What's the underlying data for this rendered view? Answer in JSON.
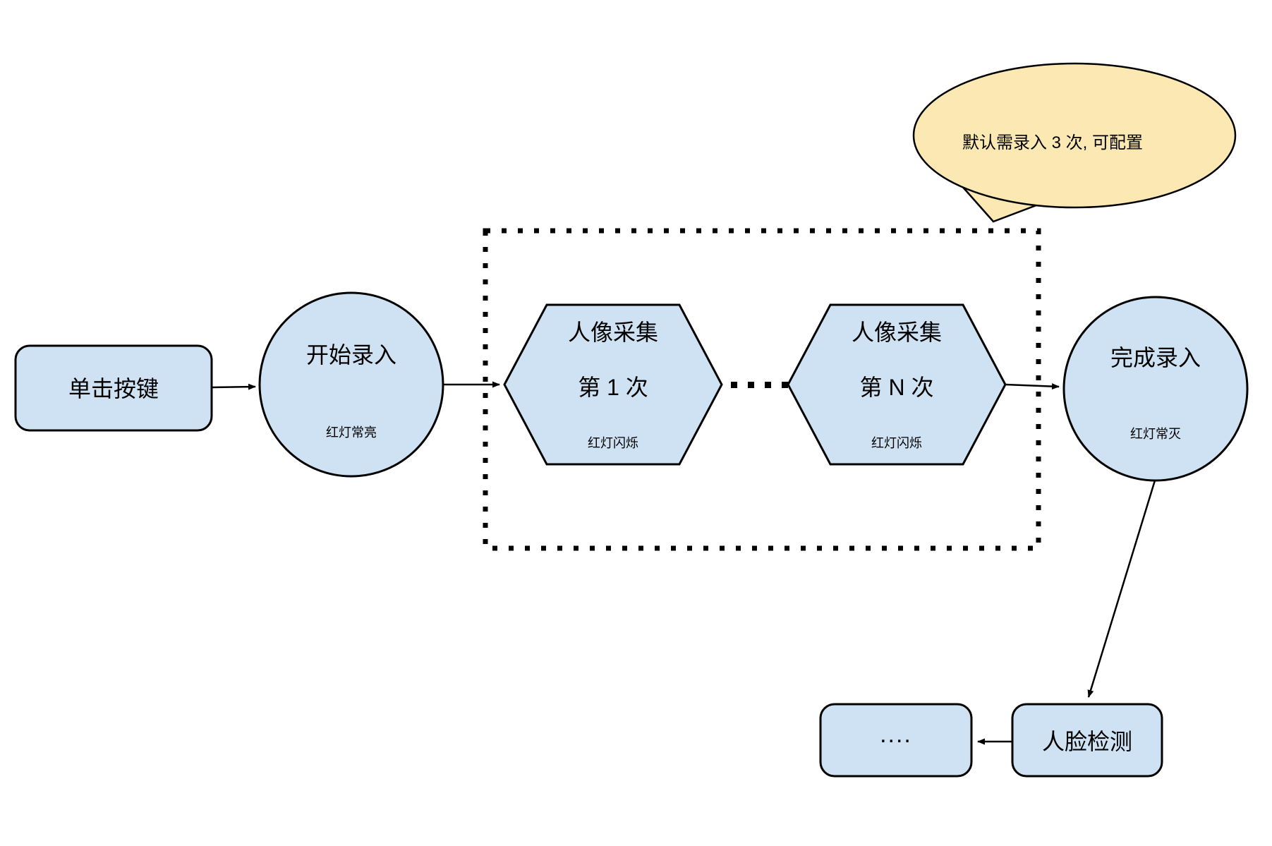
{
  "diagram": {
    "colors": {
      "shape_fill": "#cfe2f3",
      "shape_stroke": "#000000",
      "bubble_fill": "#fce8b2",
      "background": "#ffffff"
    },
    "nodes": {
      "start_button": {
        "label": "单击按键"
      },
      "start_record": {
        "title": "开始录入",
        "subtitle": "红灯常亮"
      },
      "capture_first": {
        "title": "人像采集",
        "line2": "第 1 次",
        "subtitle": "红灯闪烁"
      },
      "capture_nth": {
        "title": "人像采集",
        "line2": "第 N 次",
        "subtitle": "红灯闪烁"
      },
      "finish_record": {
        "title": "完成录入",
        "subtitle": "红灯常灭"
      },
      "face_detect": {
        "label": "人脸检测"
      },
      "ellipsis_box": {
        "label": "...."
      }
    },
    "callout": {
      "text": "默认需录入 3 次, 可配置"
    }
  }
}
